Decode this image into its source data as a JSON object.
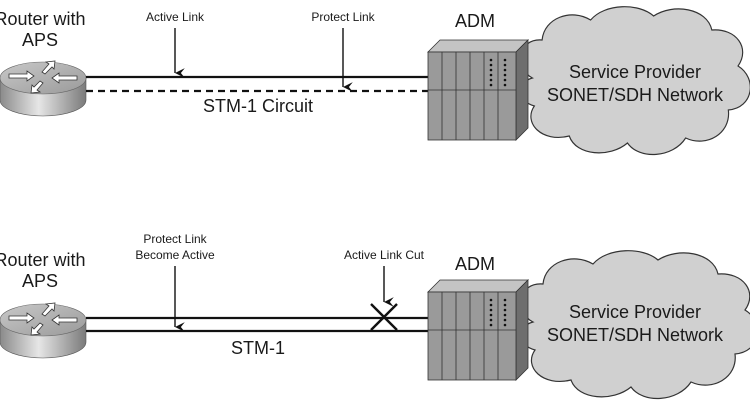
{
  "diagram": {
    "title": "SONET/SDH APS: STM-1 circuit protection",
    "colors": {
      "line": "#111111",
      "cloud_fill": "#d0d0d0",
      "adm_fill": "#9a9a9a",
      "router_fill": "#b8b8b8"
    },
    "top": {
      "router_label_line1": "Router with",
      "router_label_line2": "APS",
      "active_link_label": "Active Link",
      "protect_link_label": "Protect Link",
      "circuit_label": "STM-1 Circuit",
      "adm_label": "ADM",
      "cloud_line1": "Service Provider",
      "cloud_line2": "SONET/SDH Network"
    },
    "bottom": {
      "router_label_line1": "Router with",
      "router_label_line2": "APS",
      "protect_active_line1": "Protect Link",
      "protect_active_line2": "Become Active",
      "cut_label": "Active Link Cut",
      "circuit_label": "STM-1",
      "adm_label": "ADM",
      "cloud_line1": "Service Provider",
      "cloud_line2": "SONET/SDH Network"
    }
  }
}
